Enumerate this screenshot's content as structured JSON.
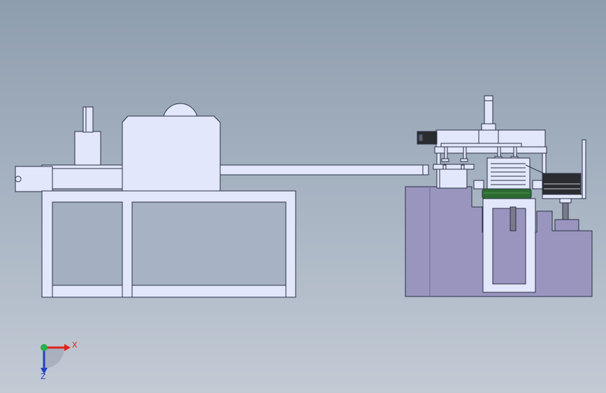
{
  "viewport": {
    "model": "cad-assembly-front-view"
  },
  "colors": {
    "part_fill": "#e2e7fb",
    "part_edge": "#2a2f45",
    "base_fill": "#9a95bf",
    "belt_green": "#2c6b31",
    "dark_part": "#2a2c30",
    "axis_x": "#e0241b",
    "axis_y": "#27b14a",
    "axis_z": "#2340c8"
  },
  "triad": {
    "x_label": "X",
    "z_label": "Z"
  }
}
